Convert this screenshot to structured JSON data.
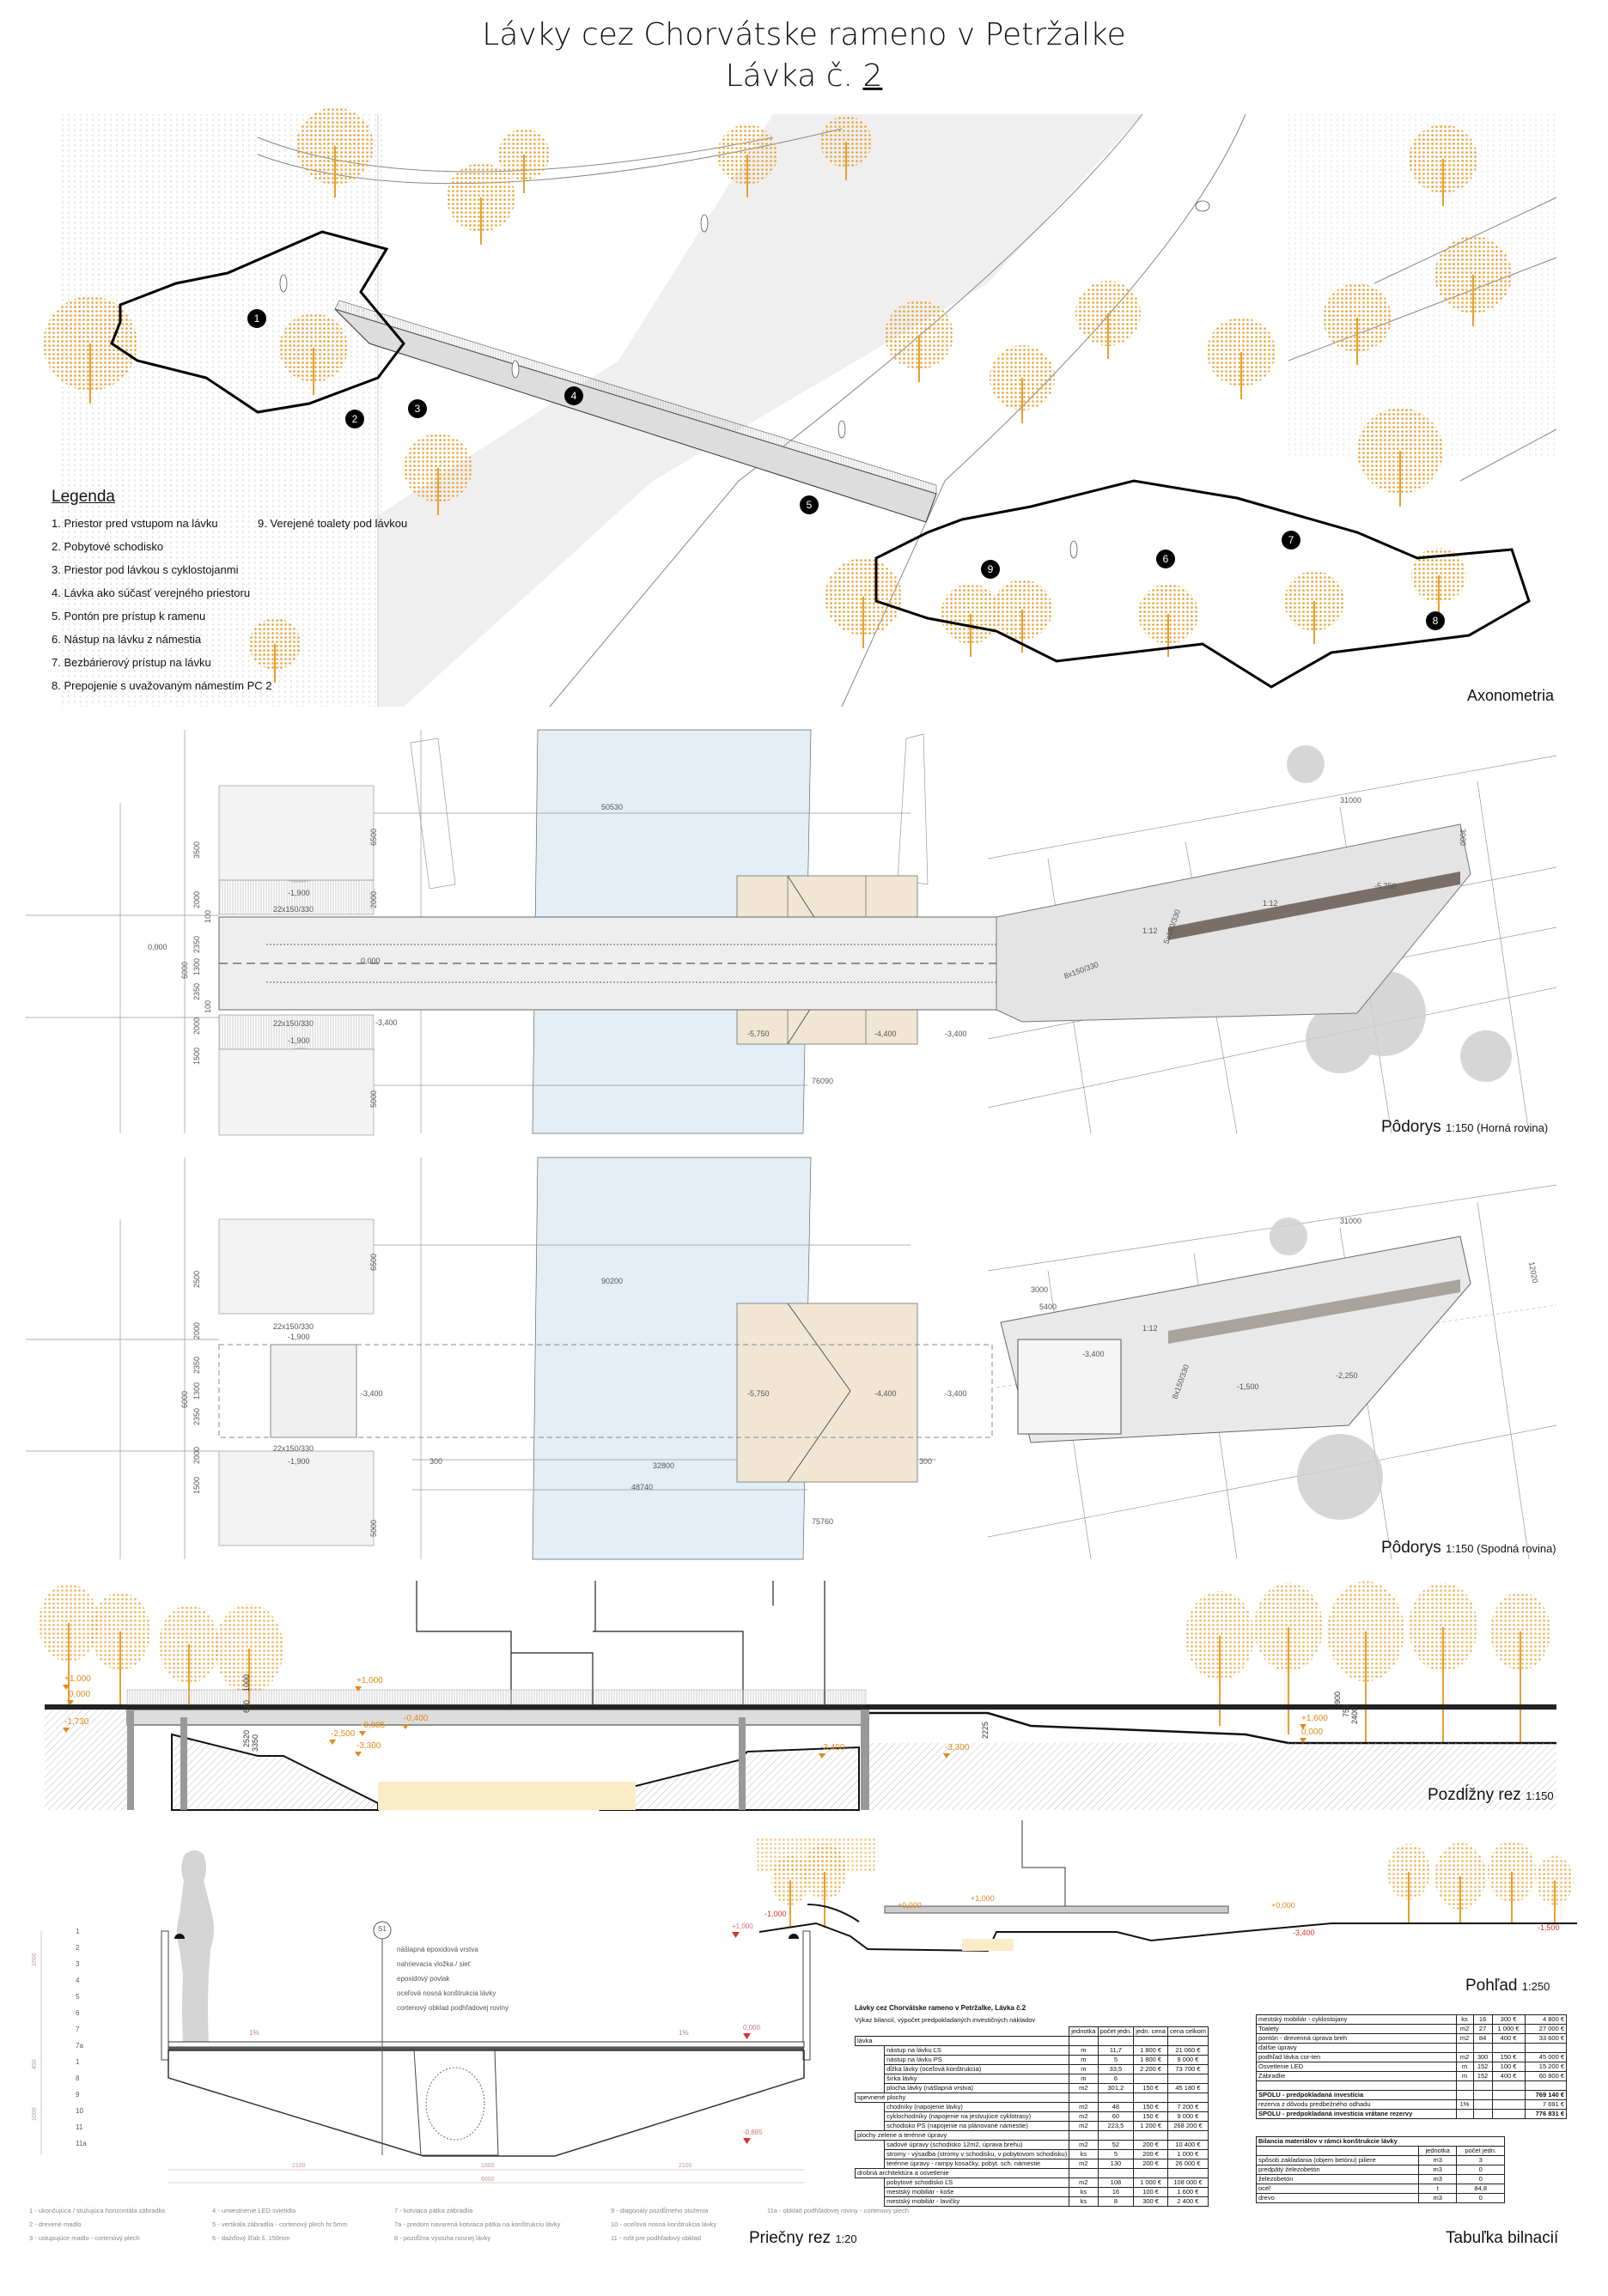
{
  "title": {
    "line1": "Lávky cez Chorvátske rameno v Petržalke",
    "line2_prefix": "Lávka č. ",
    "line2_number": "2"
  },
  "colors": {
    "tree": "#e8a030",
    "river": "#e3eef6",
    "pontoon": "#f1e6d4",
    "level": "#e08a1e",
    "cross_level": "#d9352a"
  },
  "axonometry": {
    "label": "Axonometria",
    "markers": [
      "1",
      "2",
      "3",
      "4",
      "5",
      "6",
      "7",
      "8",
      "9"
    ],
    "legend": {
      "title": "Legenda",
      "items": [
        "1. Priestor pred vstupom na lávku",
        "2. Pobytové schodisko",
        "3. Priestor pod lávkou s cyklostojanmi",
        "4. Lávka ako súčasť verejného priestoru",
        "5. Pontón pre prístup k ramenu",
        "6. Nástup na lávku z námestia",
        "7. Bezbárierový prístup na lávku",
        "8. Prepojenie s uvažovaným námestím PC 2",
        "9. Verejené toalety pod lávkou"
      ]
    }
  },
  "plan_upper": {
    "label": "Pôdorys",
    "scale": "1:150 (Horná rovina)",
    "dims": [
      "50530",
      "76090",
      "31000",
      "6500",
      "3500",
      "2000",
      "2000",
      "100",
      "2350",
      "1300",
      "2350",
      "100",
      "6000",
      "2000",
      "1500",
      "5000",
      "22x150/330",
      "22x150/330",
      "-1,900",
      "-1,900",
      "0,000",
      "0,000",
      "-3,400",
      "-5,750",
      "-4,400",
      "-3,400",
      "1:12",
      "1:12",
      "3000",
      "8x150/330",
      "5x150/330",
      "-5,750"
    ]
  },
  "plan_lower": {
    "label": "Pôdorys",
    "scale": "1:150 (Spodná rovina)",
    "dims": [
      "90200",
      "32800",
      "48740",
      "75760",
      "31000",
      "6500",
      "2500",
      "2000",
      "2350",
      "1300",
      "2350",
      "2000",
      "1500",
      "5000",
      "6000",
      "300",
      "300",
      "22x150/330",
      "22x150/330",
      "-1,900",
      "-1,900",
      "-3,400",
      "-5,750",
      "-4,400",
      "-3,400",
      "-3,400",
      "-1,500",
      "-2,250",
      "5400",
      "3000",
      "12020",
      "1:12",
      "8x150/330"
    ]
  },
  "long_section": {
    "label": "Pozdĺžny rez",
    "scale": "1:150",
    "levels": [
      "+1,000",
      "0,000",
      "-1,730",
      "-2,500",
      "+1,000",
      "-0,885",
      "-0,400",
      "-3,300",
      "-3,400",
      "-3,300",
      "+1,600",
      "0,000"
    ],
    "dims": [
      "1000",
      "630",
      "2520",
      "3350",
      "2225",
      "900",
      "750",
      "2400"
    ]
  },
  "view": {
    "label": "Pohľad",
    "scale": "1:250",
    "levels": [
      "+0,000",
      "-1,000",
      "+1,000",
      "+0,000",
      "-3,400",
      "-1,500"
    ]
  },
  "cross_section": {
    "label": "Priečny rez",
    "scale": "1:20",
    "detail_id": "S1",
    "layers": [
      "nášlapná epoxidová vrstva",
      "nahrievacia vložka / sieť",
      "epoxidový povlak",
      "oceľová nosná konštrukcia lávky",
      "cortenový obklad podhľadovej roviny"
    ],
    "numbers": [
      "1",
      "2",
      "3",
      "4",
      "5",
      "6",
      "7",
      "7a",
      "1",
      "8",
      "9",
      "10",
      "11",
      "11a"
    ],
    "levels": [
      "+1,000",
      "0,000",
      "-0,885"
    ],
    "slopes": [
      "1%",
      "1%"
    ],
    "dims": [
      "2100",
      "1800",
      "2100",
      "6000",
      "1000",
      "450",
      "1000"
    ],
    "notes": [
      "1 - ukončujúca / stužujúca horizontála zábradlia",
      "2 - drevené madlo",
      "3 - ustupujúce madlo - cortenový plech",
      "4 - umiestnenie LED svietidla",
      "5 - vertikála zábradlia - cortenový plech hr.5mm",
      "6 - dažďový žľab š. 150mm",
      "7 - kotviaca pätka zábradlia",
      "7a - predom navarená kotviaca pätka na konštrukciu lávky",
      "8 - pozdĺžna výstuha nosnej lávky",
      "9 - diagonály pozdĺžneho stuženia",
      "10 - oceľová nosná konštrukcia lávky",
      "11 - rošt pre podhľadový obklad",
      "11a - obklad podhľadovej roviny - cortenový plech"
    ]
  },
  "table": {
    "label": "Tabuľka bilnacií",
    "title": "Lávky cez Chorvátske rameno v Petržalke, Lávka č.2",
    "subtitle": "Výkaz bilancií, výpočet predpokladaných investičných nákladov",
    "headers": [
      "jednotka",
      "počet jedn.",
      "jedn. cena",
      "cena celkom"
    ],
    "left_rows": [
      {
        "section": "lávka"
      },
      {
        "item": "nástup na lávku ĽS",
        "unit": "m",
        "qty": "11,7",
        "price": "1 800 €",
        "total": "21 060 €"
      },
      {
        "item": "nástup na lávku PS",
        "unit": "m",
        "qty": "5",
        "price": "1 800 €",
        "total": "9 000 €"
      },
      {
        "item": "dĺžka lávky (oceľová konštrukcia)",
        "unit": "m",
        "qty": "33,5",
        "price": "2 200 €",
        "total": "73 700 €"
      },
      {
        "item": "šírka lávky",
        "unit": "m",
        "qty": "6",
        "price": "",
        "total": ""
      },
      {
        "item": "plocha lávky (nášlapná vrstva)",
        "unit": "m2",
        "qty": "301,2",
        "price": "150 €",
        "total": "45 180 €"
      },
      {
        "section": "spevnené plochy"
      },
      {
        "item": "chodníky (napojenie lávky)",
        "unit": "m2",
        "qty": "48",
        "price": "150 €",
        "total": "7 200 €"
      },
      {
        "item": "cyklochodníky (napojenie na jestvujúce cyklotrasy)",
        "unit": "m2",
        "qty": "60",
        "price": "150 €",
        "total": "9 000 €"
      },
      {
        "item": "schodisko PS (napojenie na plánované námestie)",
        "unit": "m2",
        "qty": "223,5",
        "price": "1 200 €",
        "total": "268 200 €"
      },
      {
        "section": "plochy zelene a terénne úpravy"
      },
      {
        "item": "sadové úpravy (schodisko 12m2, úprava brehu)",
        "unit": "m2",
        "qty": "52",
        "price": "200 €",
        "total": "10 400 €"
      },
      {
        "item": "stromy - výsadba (stromy v schodisku, v pobytovom schodisku)",
        "unit": "ks",
        "qty": "5",
        "price": "200 €",
        "total": "1 000 €"
      },
      {
        "item": "terénne úpravy - rampy kosačky, pobyt. sch. námestie",
        "unit": "m2",
        "qty": "130",
        "price": "200 €",
        "total": "26 000 €"
      },
      {
        "section": "drobná architektúra a osvetlenie"
      },
      {
        "item": "pobytové schodisko ĽS",
        "unit": "m2",
        "qty": "108",
        "price": "1 000 €",
        "total": "108 000 €"
      },
      {
        "item": "mestský mobiliár - koše",
        "unit": "ks",
        "qty": "16",
        "price": "100 €",
        "total": "1 600 €"
      },
      {
        "item": "mestský mobiliár - lavičky",
        "unit": "ks",
        "qty": "8",
        "price": "300 €",
        "total": "2 400 €"
      }
    ],
    "right_rows": [
      {
        "item": "mestský mobiliár - cyklostojany",
        "unit": "ks",
        "qty": "16",
        "price": "300 €",
        "total": "4 800 €"
      },
      {
        "item": "Toalety",
        "unit": "m2",
        "qty": "27",
        "price": "1 000 €",
        "total": "27 000 €"
      },
      {
        "item": "pontón - drevenná úprava breh",
        "unit": "m2",
        "qty": "84",
        "price": "400 €",
        "total": "33 600 €"
      },
      {
        "section": "ďalšie úpravy"
      },
      {
        "item": "podhľad lávka cor-ten",
        "unit": "m2",
        "qty": "300",
        "price": "150 €",
        "total": "45 000 €"
      },
      {
        "item": "Osvetlenie LED",
        "unit": "m",
        "qty": "152",
        "price": "100 €",
        "total": "15 200 €"
      },
      {
        "item": "Zábradlie",
        "unit": "m",
        "qty": "152",
        "price": "400 €",
        "total": "60 800 €"
      },
      {
        "item": "",
        "unit": "",
        "qty": "",
        "price": "",
        "total": ""
      },
      {
        "item": "SPOLU - predpokladaná investícia",
        "unit": "",
        "qty": "",
        "price": "",
        "total": "769 140 €",
        "bold": true
      },
      {
        "item": "rezerva z dôvodu predbežného odhadu",
        "unit": "1%",
        "qty": "",
        "price": "",
        "total": "7 691 €"
      },
      {
        "item": "SPOLU - predpokladaná investícia vrátane rezervy",
        "unit": "",
        "qty": "",
        "price": "",
        "total": "776 831 €",
        "bold": true
      }
    ],
    "materials": {
      "title": "Bilancia materiálov v rámci konštrukcie lávky",
      "headers": [
        "jednotka",
        "počet jedn."
      ],
      "rows": [
        {
          "item": "spôsob zakladania (objem betónu) piliere",
          "unit": "m3",
          "qty": "3"
        },
        {
          "item": "predpätý železobetón",
          "unit": "m3",
          "qty": "0"
        },
        {
          "item": "železobetón",
          "unit": "m3",
          "qty": "0"
        },
        {
          "item": "oceľ",
          "unit": "t",
          "qty": "84,8"
        },
        {
          "item": "drevo",
          "unit": "m3",
          "qty": "0"
        }
      ]
    }
  }
}
